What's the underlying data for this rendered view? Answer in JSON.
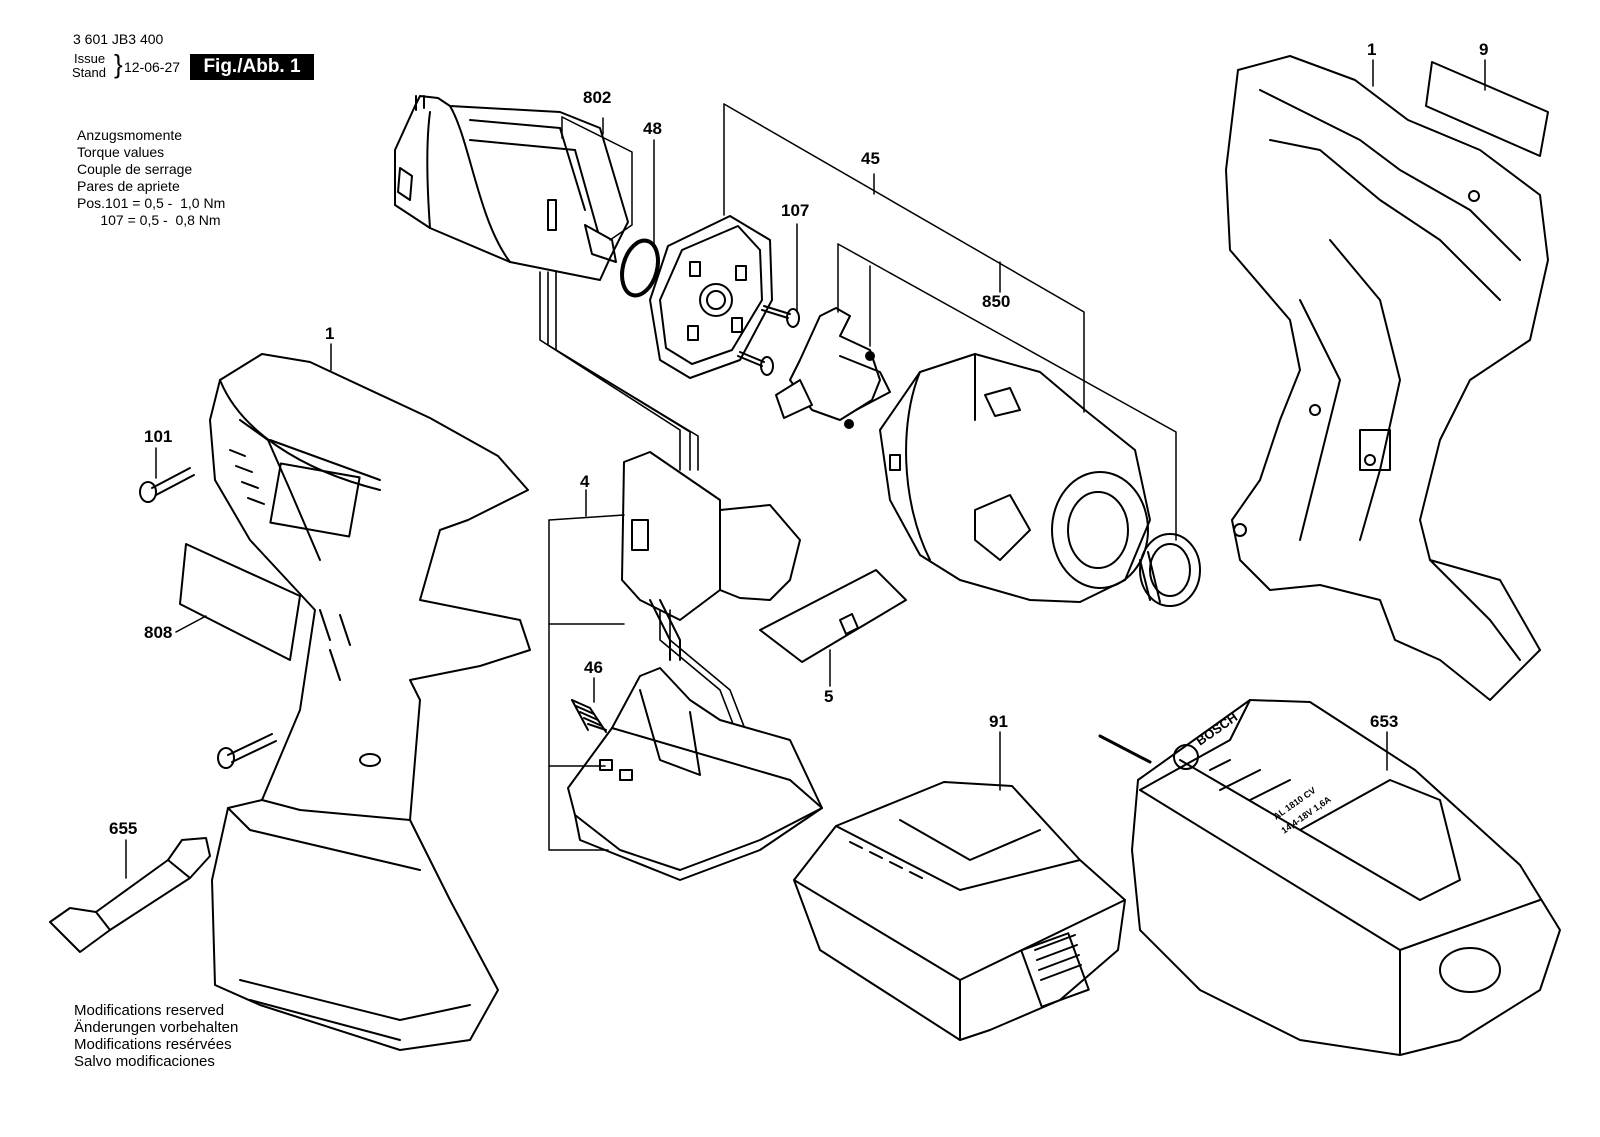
{
  "header": {
    "doc_number": "3 601 JB3 400",
    "issue_label": "Issue",
    "stand_label": "Stand",
    "date": "12-06-27",
    "figure": "Fig./Abb. 1"
  },
  "torque": {
    "lines": [
      "Anzugsmomente",
      "Torque values",
      "Couple de serrage",
      "Pares de apriete",
      "Pos.101 = 0,5 -  1,0 Nm",
      "      107 = 0,5 -  0,8 Nm"
    ]
  },
  "modifications": {
    "lines": [
      "Modifications reserved",
      "Änderungen vorbehalten",
      "Modifications resérvées",
      "Salvo modificaciones"
    ]
  },
  "parts": {
    "p1_left": "1",
    "p1_right": "1",
    "p9": "9",
    "p802": "802",
    "p48": "48",
    "p45": "45",
    "p107": "107",
    "p850": "850",
    "p101": "101",
    "p4": "4",
    "p808": "808",
    "p46": "46",
    "p5": "5",
    "p655": "655",
    "p91": "91",
    "p653": "653"
  },
  "charger_text": {
    "brand": "BOSCH",
    "rating_1": "AL 1810 CV",
    "rating_2": "14,4-18V 1,6A"
  }
}
